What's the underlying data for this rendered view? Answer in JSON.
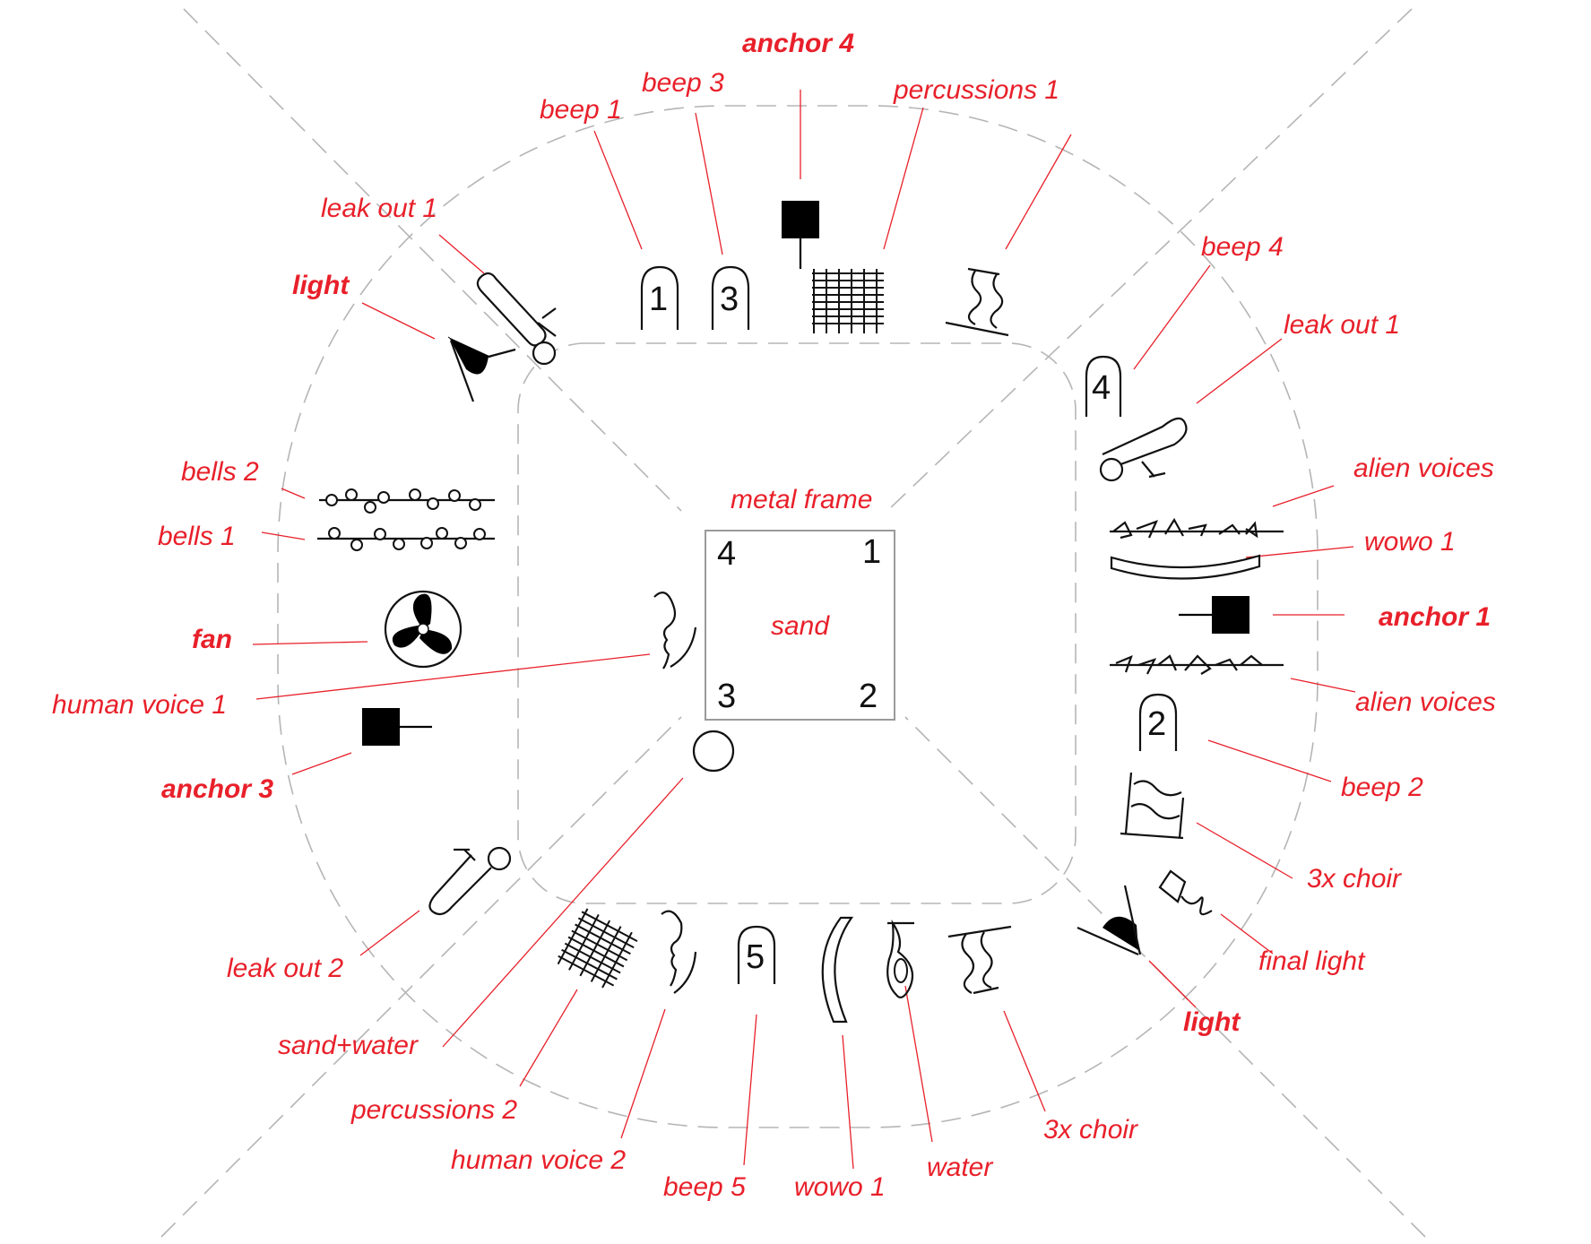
{
  "colors": {
    "label": "#e8202a",
    "guide": "#b5b5b5",
    "ink": "#111111",
    "frame": "#9a9a9a"
  },
  "center": {
    "frame_label": "metal frame",
    "inner_label": "sand",
    "corners": [
      "4",
      "1",
      "3",
      "2"
    ]
  },
  "labels": {
    "anchor4": "anchor 4",
    "beep1": "beep 1",
    "beep3": "beep 3",
    "percussions1": "percussions 1",
    "leakout1_tl": "leak out 1",
    "light_tl": "light",
    "beep4": "beep 4",
    "leakout1_r": "leak out 1",
    "alienvoices_top": "alien voices",
    "wowo1_r": "wowo 1",
    "anchor1": "anchor 1",
    "alienvoices_bot": "alien voices",
    "beep2": "beep 2",
    "choir_r": "3x choir",
    "finallight": "final light",
    "light_br": "light",
    "choir_b": "3x choir",
    "water": "water",
    "wowo1_b": "wowo 1",
    "beep5": "beep 5",
    "humanvoice2": "human voice 2",
    "percussions2": "percussions 2",
    "sandwater": "sand+water",
    "leakout2": "leak out 2",
    "anchor3": "anchor 3",
    "humanvoice1": "human voice 1",
    "fan": "fan",
    "bells1": "bells 1",
    "bells2": "bells 2"
  },
  "glyph_numbers": {
    "beep1": "1",
    "beep3": "3",
    "beep4": "4",
    "beep2": "2",
    "beep5": "5"
  },
  "icons": [
    "anchor-icon",
    "beep-capsule-icon",
    "percussion-grid-icon",
    "choir-wave-icon",
    "leak-out-icon",
    "light-icon",
    "alien-voices-icon",
    "wowo-icon",
    "fan-icon",
    "bells-icon",
    "human-voice-icon",
    "sand-water-circle-icon",
    "water-vase-icon",
    "final-light-icon"
  ]
}
